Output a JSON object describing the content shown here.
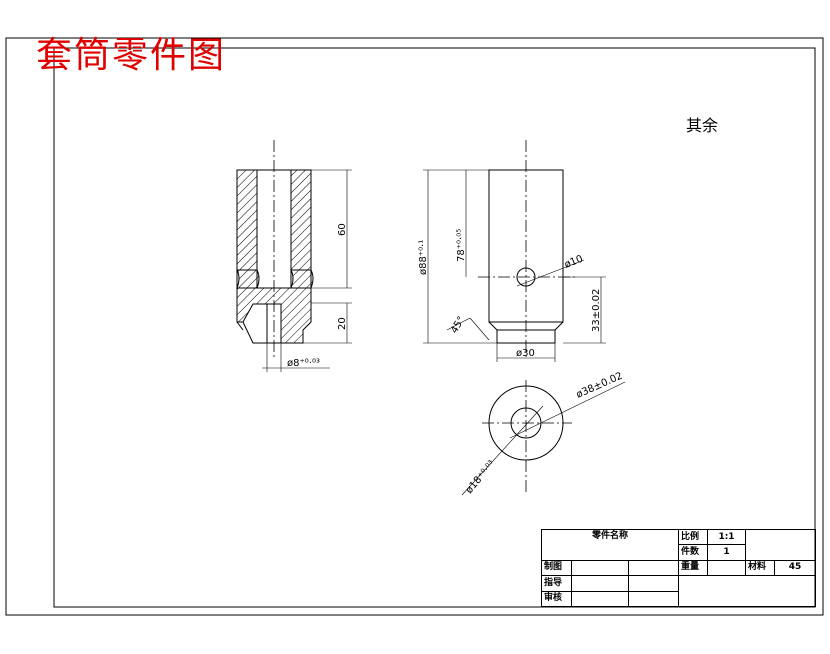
{
  "title": "套筒零件图",
  "roughness_note": "其余",
  "dimensions": {
    "left_height_60": "60",
    "left_height_20": "20",
    "bore_dia": "ø8⁺⁰·⁰³",
    "outer_dia": "ø88⁺⁰·¹",
    "length_78": "78⁺⁰·⁰⁵",
    "hole_dia_10": "ø10",
    "chamfer": "45°",
    "height_33": "33±0.02",
    "spigot_dia": "ø30",
    "circle_38": "ø38±0.02",
    "circle_18": "ø18⁺⁰·⁰³"
  },
  "title_block": {
    "part_name_label": "零件名称",
    "scale_label": "比例",
    "scale_value": "1:1",
    "qty_label": "件数",
    "qty_value": "1",
    "drawn_label": "制图",
    "weight_label": "重量",
    "material_label": "材料",
    "material_value": "45",
    "guide_label": "指导",
    "check_label": "审核"
  }
}
